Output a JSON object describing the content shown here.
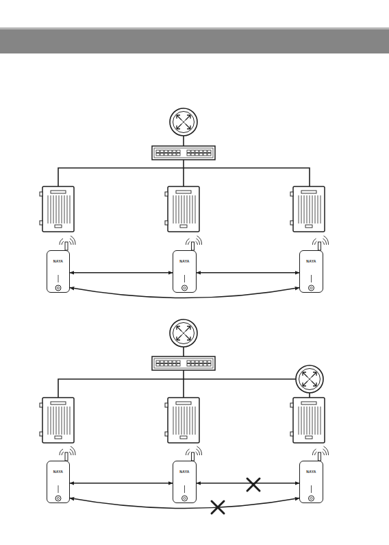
{
  "diagram": {
    "nodes": [
      {
        "text": [
          "NAYA"
        ]
      },
      {
        "text": [
          "NAYA"
        ]
      },
      {
        "text": [
          "NAYA"
        ]
      },
      {
        "text": [
          "NAYA"
        ]
      },
      {
        "text": [
          "NAYA"
        ]
      },
      {
        "text": [
          "NAYA"
        ]
      }
    ],
    "edges": [
      {
        "from": 0,
        "to": 1,
        "arrow": "both"
      },
      {
        "from": 1,
        "to": 2,
        "arrow": "both"
      },
      {
        "from": 0,
        "to": 2,
        "arrow": "both"
      },
      {
        "from": 3,
        "to": 4,
        "arrow": "both"
      },
      {
        "from": 4,
        "to": 5,
        "arrow": "both"
      },
      {
        "from": 3,
        "to": 5,
        "arrow": "both"
      }
    ]
  }
}
